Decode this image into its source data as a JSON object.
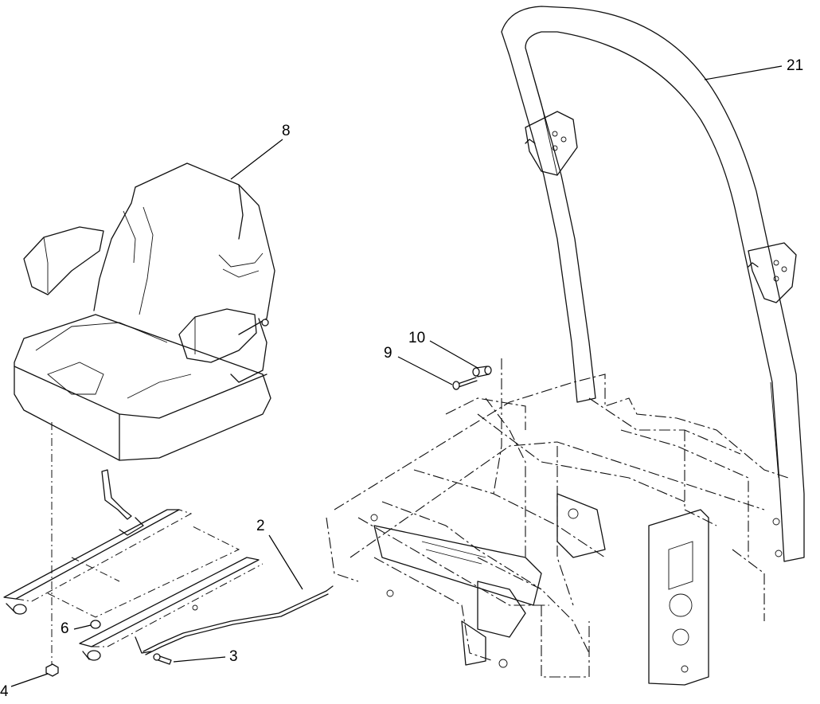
{
  "callouts": [
    {
      "id": "2",
      "label": "2"
    },
    {
      "id": "3",
      "label": "3"
    },
    {
      "id": "4",
      "label": "4"
    },
    {
      "id": "6",
      "label": "6"
    },
    {
      "id": "8",
      "label": "8"
    },
    {
      "id": "9",
      "label": "9"
    },
    {
      "id": "10",
      "label": "10"
    },
    {
      "id": "21",
      "label": "21"
    }
  ]
}
